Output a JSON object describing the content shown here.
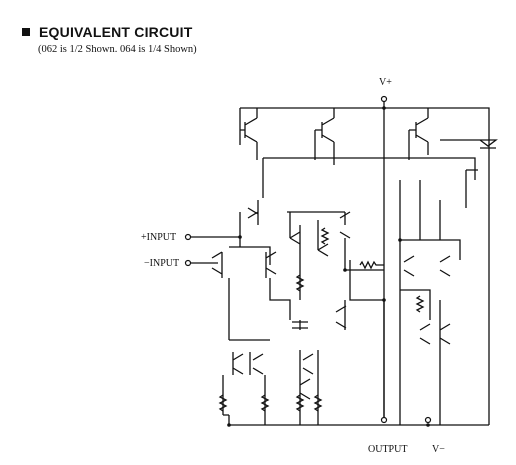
{
  "heading": {
    "title": "EQUIVALENT CIRCUIT",
    "subtitle": "(062 is 1/2 Shown. 064 is 1/4 Shown)"
  },
  "labels": {
    "vplus": "V+",
    "vminus": "V−",
    "plus_input": "+INPUT",
    "minus_input": "−INPUT",
    "output": "OUTPUT"
  }
}
